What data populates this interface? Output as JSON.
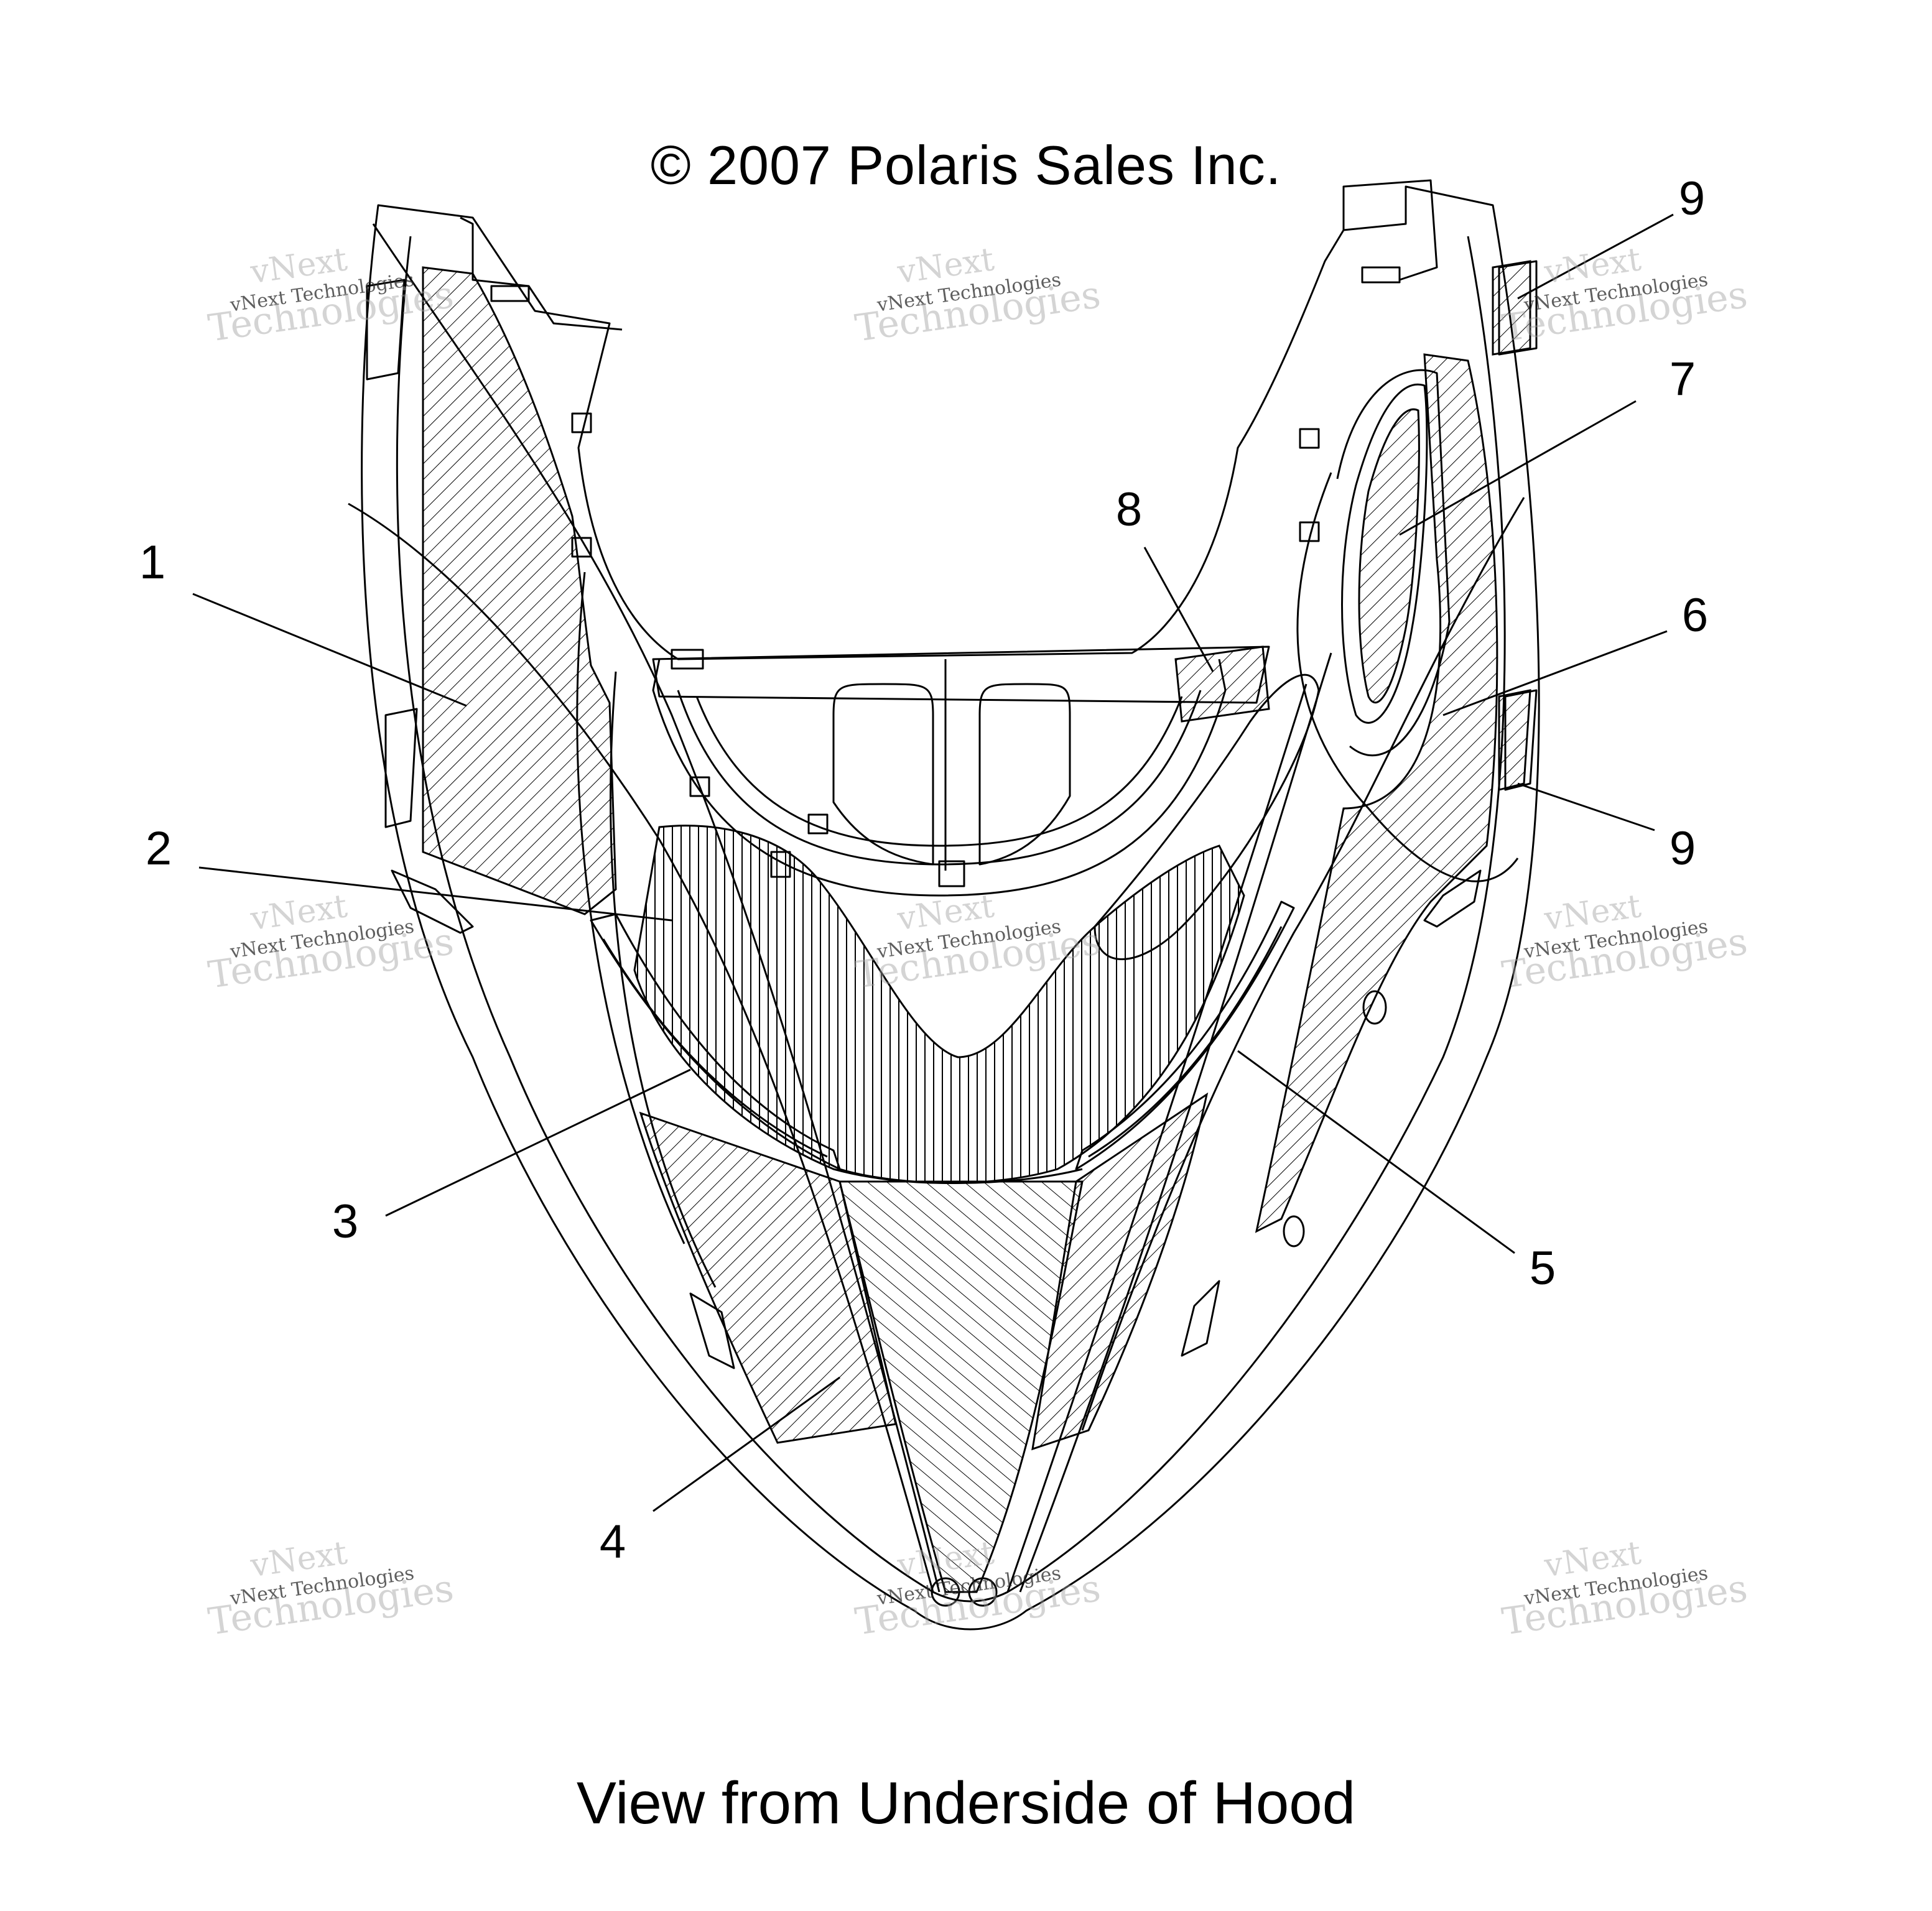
{
  "header": {
    "copyright": "© 2007 Polaris Sales Inc."
  },
  "caption": "View from Underside of Hood",
  "callouts": [
    "1",
    "2",
    "3",
    "4",
    "5",
    "6",
    "7",
    "8",
    "9",
    "9"
  ],
  "watermark": {
    "line1": "vNext",
    "line2": "vNext Technologies",
    "line3": "Technologies"
  },
  "colors": {
    "ink": "#000000",
    "watermark": "#9a9a9a"
  }
}
